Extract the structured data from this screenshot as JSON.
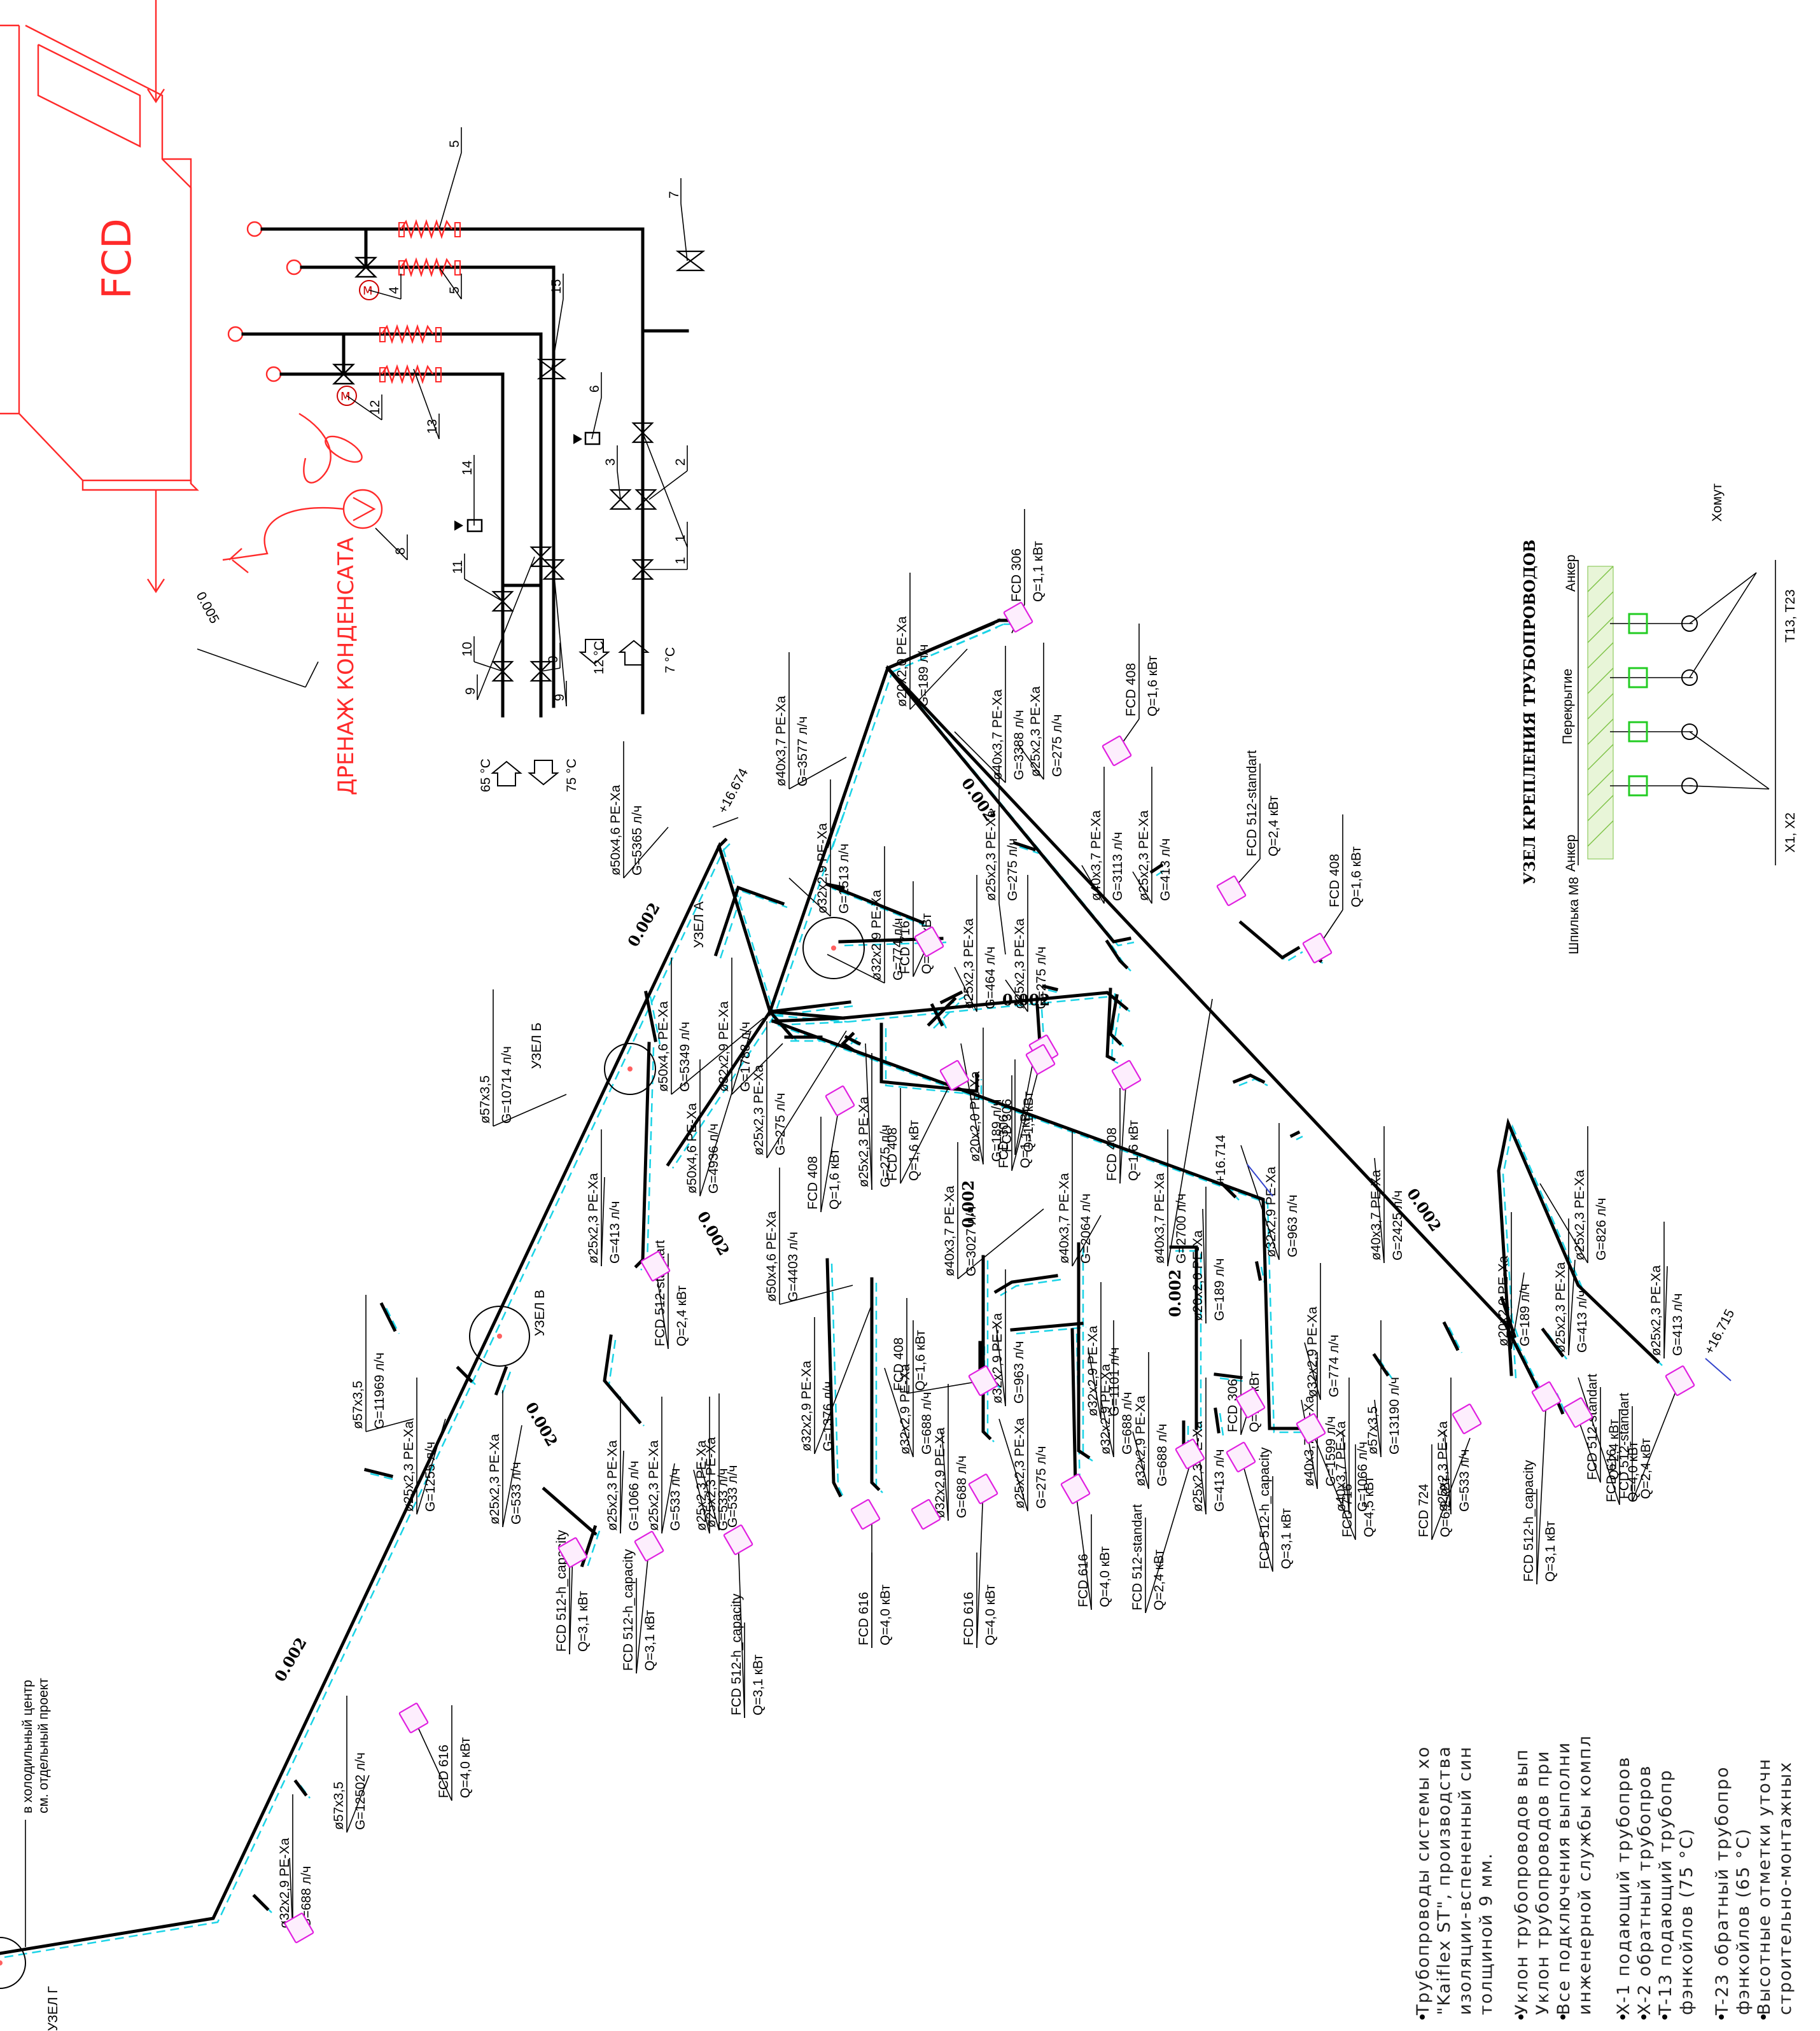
{
  "unit": {
    "title": "FCD",
    "drain_label": "ДРЕНАЖ КОНДЕНСАТА",
    "drain_level": "0.005",
    "temps": {
      "cold_out": "12 °C",
      "cold_in": "7 °C",
      "hot_out": "65 °C",
      "hot_in": "75 °C"
    },
    "callouts": [
      "5",
      "5",
      "7",
      "4",
      "15",
      "6",
      "12",
      "13",
      "3",
      "2",
      "1",
      "1",
      "14",
      "11",
      "9",
      "10",
      "9",
      "9",
      "8"
    ]
  },
  "mount": {
    "title": "УЗЕЛ КРЕПЛЕНИЯ ТРУБОПРОВОДОВ",
    "labels": {
      "anchor_top": "Анкер",
      "ceiling": "Перекрытие",
      "clamp": "Хомут",
      "anchor_bottom": "Анкер",
      "rod": "Шпилька М8",
      "pipes_x": "X1, X2",
      "pipes_t": "T13, T23"
    }
  },
  "notes": [
    "Трубопроводы системы хо",
    "\"Kaiflex ST\", производства",
    "изоляции-вспененный син",
    "толщиной 9 мм.",
    "Уклон трубопроводов вып",
    "Уклон трубопроводов при",
    "Все подключения выполни",
    "инженерной службы компл",
    "X-1 подающий трубопров",
    "X-2 обратный трубопров",
    "T-13 подающий трубопр",
    "фэнкойлов (75 °С)",
    "T-23 обратный трубопро",
    "фэнкойлов (65 °С)",
    "Высотные отметки уточн",
    "строительно-монтажных"
  ],
  "nodes": [
    "УЗЕЛ А",
    "УЗЕЛ Б",
    "УЗЕЛ В",
    "УЗЕЛ Г"
  ],
  "source": [
    "в холодильный центр",
    "см. отдельный проект"
  ],
  "elevations": [
    "+16.674",
    "+16.714",
    "+16.715"
  ],
  "slopes": [
    "0.002",
    "0.002",
    "0.002",
    "0.002",
    "0.002",
    "0.002",
    "0.002",
    "0.002",
    "0.002"
  ],
  "pipe_labels": [
    {
      "t": "ø20х2,0 PE-Xa",
      "b": "G=189 л/ч"
    },
    {
      "t": "ø40х3,7 PE-Xa",
      "b": "G=3577 л/ч"
    },
    {
      "t": "ø40х3,7 PE-Xa",
      "b": "G=3388 л/ч"
    },
    {
      "t": "ø25х2,3 PE-Xa",
      "b": "G=275 л/ч"
    },
    {
      "t": "ø50х4,6 PE-Xa",
      "b": "G=5365 л/ч"
    },
    {
      "t": "ø40х3,7 PE-Xa",
      "b": "G=3113 л/ч"
    },
    {
      "t": "ø25х2,3 PE-Xa",
      "b": "G=413 л/ч"
    },
    {
      "t": "ø32х2,9 PE-Xa",
      "b": "G=1513 л/ч"
    },
    {
      "t": "ø32х2,9 PE-Xa",
      "b": "G=774 л/ч"
    },
    {
      "t": "ø25х2,3 PE-Xa",
      "b": "G=464 л/ч"
    },
    {
      "t": "ø25х2,3 PE-Xa",
      "b": "G=275 л/ч"
    },
    {
      "t": "ø25х2,3 PE-Xa",
      "b": "G=275 л/ч"
    },
    {
      "t": "ø50х4,6 PE-Xa",
      "b": "G=5349 л/ч"
    },
    {
      "t": "ø32х2,9 PE-Xa",
      "b": "G=1788 л/ч"
    },
    {
      "t": "ø57х3,5",
      "b": "G=10714 л/ч"
    },
    {
      "t": "ø25х2,3 PE-Xa",
      "b": "G=275 л/ч"
    },
    {
      "t": "ø20х2,0 PE-Xa",
      "b": "G=189 л/ч"
    },
    {
      "t": "ø50х4,6 PE-Xa",
      "b": "G=4936 л/ч"
    },
    {
      "t": "ø25х2,3 PE-Xa",
      "b": "G=275 л/ч"
    },
    {
      "t": "ø40х3,7 PE-Xa",
      "b": "G=2700 л/ч"
    },
    {
      "t": "ø25х2,3 PE-Xa",
      "b": "G=413 л/ч"
    },
    {
      "t": "ø50х4,6 PE-Xa",
      "b": "G=4403 л/ч"
    },
    {
      "t": "ø40х3,7 PE-Xa",
      "b": "G=3027 л/ч"
    },
    {
      "t": "ø40х3,7 PE-Xa",
      "b": "G=2064 л/ч"
    },
    {
      "t": "ø32х2,9 PE-Xa",
      "b": "G=963 л/ч"
    },
    {
      "t": "ø40х3,7 PE-Xa",
      "b": "G=2425 л/ч"
    },
    {
      "t": "ø25х2,3 PE-Xa",
      "b": "G=826 л/ч"
    },
    {
      "t": "ø20х2,0 PE-Xa",
      "b": "G=189 л/ч"
    },
    {
      "t": "ø57х3,5",
      "b": "G=11969 л/ч"
    },
    {
      "t": "ø32х2,9 PE-Xa",
      "b": "G=1376 л/ч"
    },
    {
      "t": "ø32х2,9 PE-Xa",
      "b": "G=963 л/ч"
    },
    {
      "t": "ø32х2,9 PE-Xa",
      "b": "G=1101 л/ч"
    },
    {
      "t": "ø20х2,0 PE-Xa",
      "b": "G=189 л/ч"
    },
    {
      "t": "ø25х2,3 PE-Xa",
      "b": "G=413 л/ч"
    },
    {
      "t": "ø25х2,3 PE-Xa",
      "b": "G=413 л/ч"
    },
    {
      "t": "ø25х2,3 PE-Xa",
      "b": "G=1255 л/ч"
    },
    {
      "t": "ø25х2,3 PE-Xa",
      "b": "G=533 л/ч"
    },
    {
      "t": "ø25х2,3 PE-Xa",
      "b": "G=1066 л/ч"
    },
    {
      "t": "ø25х2,3 PE-Xa",
      "b": "G=533 л/ч"
    },
    {
      "t": "ø25х2,3 PE-Xa",
      "b": "G=533 л/ч"
    },
    {
      "t": "ø32х2,9 PE-Xa",
      "b": "G=688 л/ч"
    },
    {
      "t": "ø32х2,9 PE-Xa",
      "b": "G=688 л/ч"
    },
    {
      "t": "ø25х2,3 PE-Xa",
      "b": "G=275 л/ч"
    },
    {
      "t": "ø32х2,9 PE-Xa",
      "b": "G=688 л/ч"
    },
    {
      "t": "ø32х2,9 PE-Xa",
      "b": "G=688 л/ч"
    },
    {
      "t": "ø32х2,9 PE-Xa",
      "b": "G=774 л/ч"
    },
    {
      "t": "ø40х3,7 PE-Xa",
      "b": "G=1599 л/ч"
    },
    {
      "t": "ø40х3,7 PE-Xa",
      "b": "G=1066 л/ч"
    },
    {
      "t": "ø25х2,3 PE-Xa",
      "b": "G=533 л/ч"
    },
    {
      "t": "ø25х2,3 PE-Xa",
      "b": "G=413 л/ч"
    },
    {
      "t": "ø25х2,3 PE-Xa",
      "b": "G=533 л/ч"
    },
    {
      "t": "ø57х3,5",
      "b": "G=12502 л/ч"
    },
    {
      "t": "ø57х3,5",
      "b": "G=13190 л/ч"
    },
    {
      "t": "ø32х2,9 PE-Xa",
      "b": "G=688 л/ч"
    }
  ],
  "fcu_labels": [
    {
      "t": "FCD 306",
      "b": "Q=1,1 кВт"
    },
    {
      "t": "FCD 408",
      "b": "Q=1,6 кВт"
    },
    {
      "t": "FCD 512-standart",
      "b": "Q=2,4 кВт"
    },
    {
      "t": "FCD 716",
      "b": "Q=4,5 кВт"
    },
    {
      "t": "FCD 408",
      "b": "Q=1,6 кВт"
    },
    {
      "t": "FCD 408",
      "b": "Q=1,6 кВт"
    },
    {
      "t": "FCD 408",
      "b": "Q=1,6 кВт"
    },
    {
      "t": "FCD 306",
      "b": "Q=1,1 кВт"
    },
    {
      "t": "FCD 408",
      "b": "Q=1,6 кВт"
    },
    {
      "t": "FCD 306",
      "b": "Q=1,1 кВт"
    },
    {
      "t": "FCD 512-standart",
      "b": "Q=2,4 кВт"
    },
    {
      "t": "FCD 408",
      "b": "Q=1,6 кВт"
    },
    {
      "t": "FCD 306",
      "b": "Q=1,1 кВт"
    },
    {
      "t": "FCD 716",
      "b": "Q=4,5 кВт"
    },
    {
      "t": "FCD 724",
      "b": "Q=6,2 кВт"
    },
    {
      "t": "FCD 512-h_capacity",
      "b": "Q=3,1 кВт"
    },
    {
      "t": "FCD 512-standart",
      "b": "Q=2,4 кВт"
    },
    {
      "t": "FCD 512-standart",
      "b": "Q=2,4 кВт"
    },
    {
      "t": "FCD 616",
      "b": "Q=4,0 кВт"
    },
    {
      "t": "FCD 616",
      "b": "Q=4,0 кВт"
    },
    {
      "t": "FCD 616",
      "b": "Q=4,0 кВт"
    },
    {
      "t": "FCD 616",
      "b": "Q=4,0 кВт"
    },
    {
      "t": "FCD 512-standart",
      "b": "Q=2,4 кВт"
    },
    {
      "t": "FCD 512-h_capacity",
      "b": "Q=3,1 кВт"
    },
    {
      "t": "FCD 512-h_capacity",
      "b": "Q=3,1 кВт"
    },
    {
      "t": "FCD 512-h_capacity",
      "b": "Q=3,1 кВт"
    },
    {
      "t": "FCD 512-h_capacity",
      "b": "Q=3,1 кВт"
    },
    {
      "t": "FCD 616",
      "b": "Q=4,0 кВт"
    }
  ]
}
